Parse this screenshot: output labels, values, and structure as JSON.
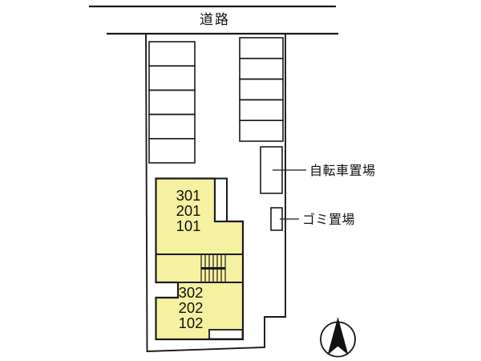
{
  "road_label": "道路",
  "labels": {
    "bicycle": "自転車置場",
    "garbage": "ゴミ置場"
  },
  "building": {
    "upper_units": [
      "301",
      "201",
      "101"
    ],
    "lower_units": [
      "302",
      "202",
      "102"
    ],
    "fill_color": "#f6f1a0"
  },
  "parking": {
    "left_spaces": 5,
    "right_spaces": 5
  },
  "icons": {
    "compass": "north-arrow"
  },
  "colors": {
    "line": "#1a1a1a",
    "background": "#ffffff"
  }
}
